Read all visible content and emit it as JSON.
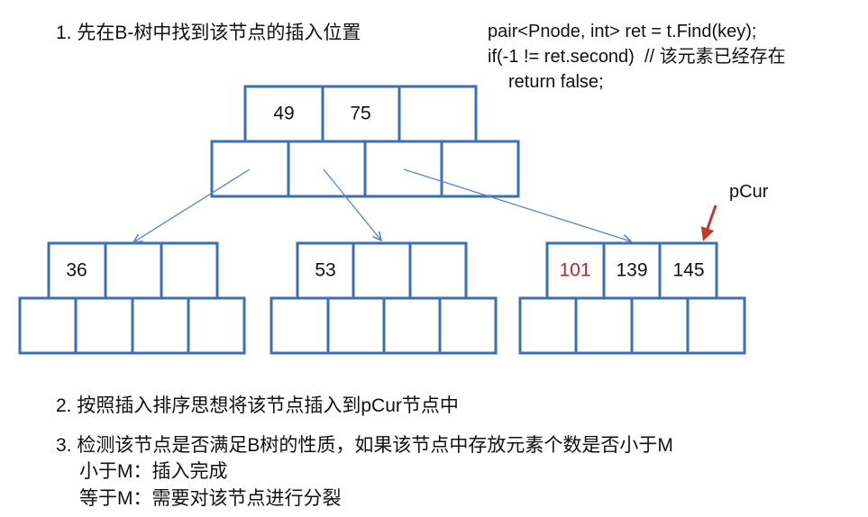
{
  "steps": {
    "s1": "1. 先在B-树中找到该节点的插入位置",
    "s2": "2. 按照插入排序思想将该节点插入到pCur节点中",
    "s3": "3. 检测该节点是否满足B树的性质，如果该节点中存放元素个数是否小于M",
    "s3a": "小于M：插入完成",
    "s3b": "等于M：需要对该节点进行分裂"
  },
  "code": {
    "line1": "pair<Pnode, int> ret = t.Find(key);",
    "line2": "if(-1 != ret.second)  // 该元素已经存在",
    "line3": "return false;"
  },
  "pointer_label": "pCur",
  "tree": {
    "root": {
      "keys": [
        "49",
        "75",
        ""
      ]
    },
    "children": [
      {
        "keys": [
          "36",
          "",
          ""
        ]
      },
      {
        "keys": [
          "53",
          "",
          ""
        ]
      },
      {
        "keys": [
          "101",
          "139",
          "145"
        ],
        "highlight": [
          0
        ]
      }
    ]
  },
  "colors": {
    "cell_border": "#3b6fb6",
    "link_arrow": "#5a86c6",
    "pointer_arrow": "#c0392b",
    "highlight_key": "#b52a2a"
  }
}
